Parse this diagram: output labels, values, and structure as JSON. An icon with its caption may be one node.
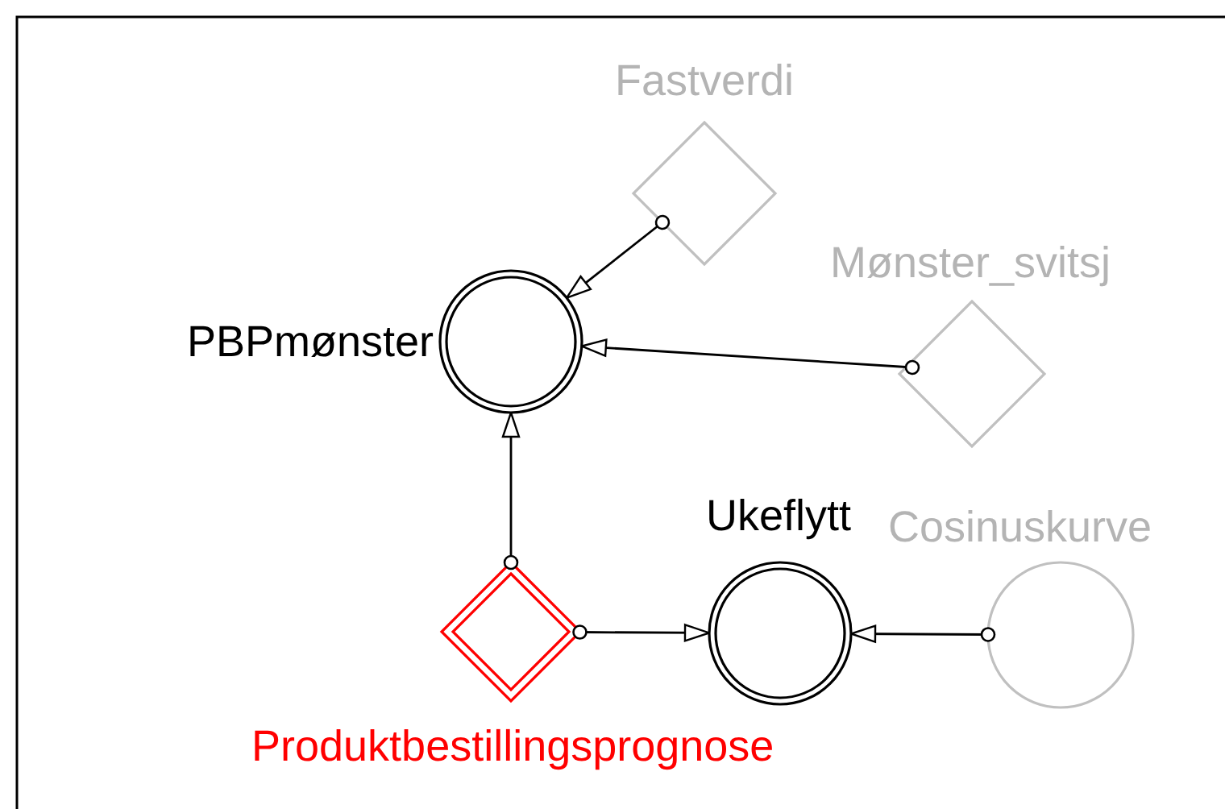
{
  "diagram": {
    "nodes": [
      {
        "text": [
          "Fastverdi"
        ]
      },
      {
        "text": [
          "Mønster_svitsj"
        ]
      },
      {
        "text": [
          "PBPmønster"
        ]
      },
      {
        "text": [
          "Ukeflytt"
        ]
      },
      {
        "text": [
          "Cosinuskurve"
        ]
      },
      {
        "text": [
          "Produktbestillingsprognose"
        ]
      }
    ],
    "edges": [
      {
        "from": 0,
        "to": 2,
        "arrow": "to"
      },
      {
        "from": 1,
        "to": 2,
        "arrow": "to"
      },
      {
        "from": 5,
        "to": 2,
        "arrow": "to"
      },
      {
        "from": 5,
        "to": 3,
        "arrow": "to"
      },
      {
        "from": 4,
        "to": 3,
        "arrow": "to"
      }
    ]
  }
}
